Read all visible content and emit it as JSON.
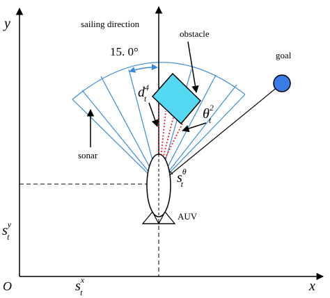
{
  "labels": {
    "y_axis": "y",
    "x_axis": "x",
    "origin": "O",
    "sailing_direction": "sailing direction",
    "obstacle": "obstacle",
    "goal": "goal",
    "angle": "15. 0°",
    "sonar": "sonar",
    "auv": "AUV",
    "d_main": "d",
    "d_sub": "t",
    "d_sup": "4",
    "theta_main": "θ",
    "theta_sub": "t",
    "theta_sup": "2",
    "s_theta_main": "s",
    "s_theta_sub": "t",
    "s_theta_sup": "θ",
    "sy_main": "s",
    "sy_sub": "t",
    "sy_sup": "y",
    "sx_main": "s",
    "sx_sub": "t",
    "sx_sup": "x"
  },
  "colors": {
    "sonar_beam": "#3b8ad9",
    "obstacle_fill": "#55d8f2",
    "goal_fill": "#3a7ce6",
    "dotted_line": "#e0242b",
    "axis": "#000000"
  }
}
